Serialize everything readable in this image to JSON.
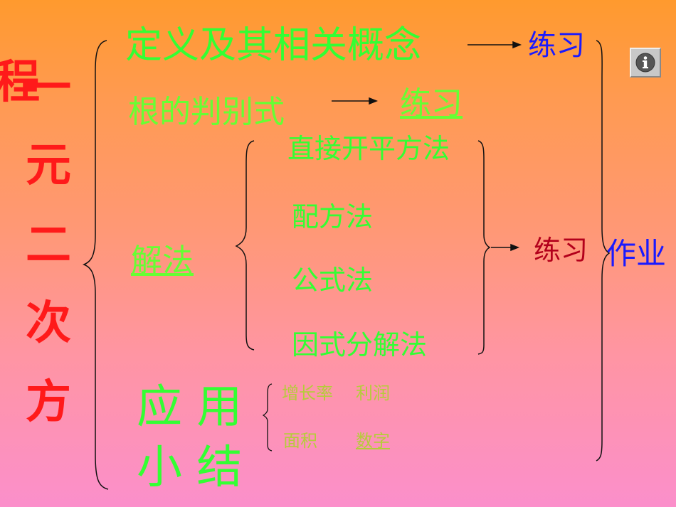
{
  "left_title": {
    "partial_char": "程",
    "chars": [
      "一",
      "元",
      "二",
      "次",
      "方"
    ]
  },
  "branches": {
    "definition": "定义及其相关概念",
    "definition_practice": "练习",
    "discriminant": "根的判别式",
    "discriminant_practice": "练习",
    "solving": "解法",
    "methods": [
      "直接开平方法",
      "配方法",
      "公式法",
      "因式分解法"
    ],
    "methods_practice": "练习",
    "application": "应 用",
    "summary": "小 结",
    "app_items": [
      "增长率",
      "利润",
      "面积",
      "数字"
    ]
  },
  "homework": "作业",
  "info_button": {
    "icon": "info-icon"
  },
  "colors": {
    "left_title": "#ff1a1a",
    "green": "#33ff33",
    "practice_blue": "#1a1aff",
    "practice_darkred": "#b3001b",
    "olive": "#b5cc3a"
  }
}
